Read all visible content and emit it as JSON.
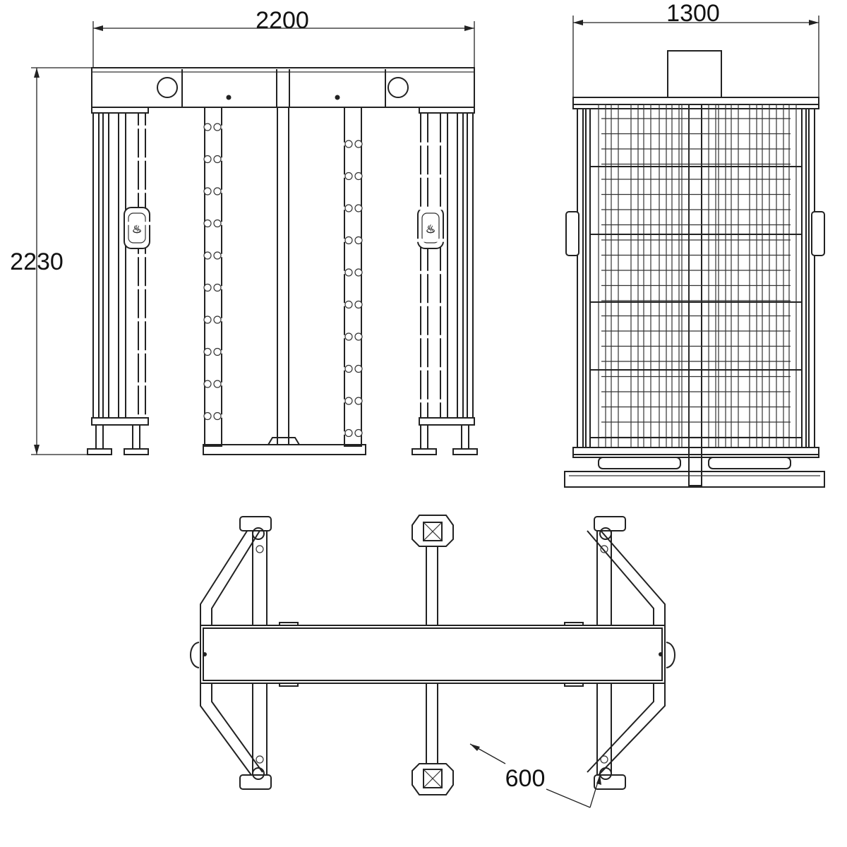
{
  "dimensions": {
    "front_width": "2200",
    "side_width": "1300",
    "height": "2230",
    "arm_length": "600"
  },
  "colors": {
    "line": "#222222",
    "background": "#ffffff"
  }
}
